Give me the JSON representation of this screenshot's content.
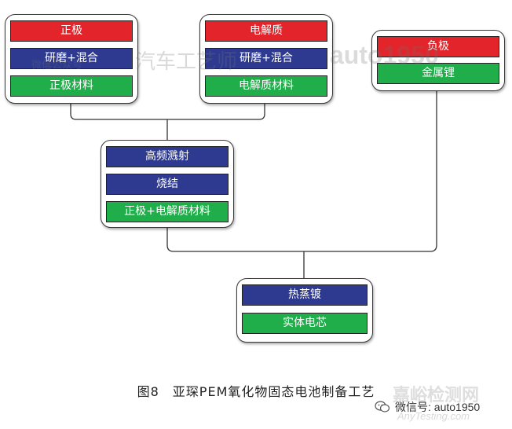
{
  "diagram": {
    "groups": {
      "positive": {
        "steps": [
          {
            "label": "正极",
            "color": "red"
          },
          {
            "label": "研磨+混合",
            "color": "blue"
          },
          {
            "label": "正极材料",
            "color": "green"
          }
        ]
      },
      "electrolyte": {
        "steps": [
          {
            "label": "电解质",
            "color": "red"
          },
          {
            "label": "研磨+混合",
            "color": "blue"
          },
          {
            "label": "电解质材料",
            "color": "green"
          }
        ]
      },
      "negative": {
        "steps": [
          {
            "label": "负极",
            "color": "red"
          },
          {
            "label": "金属锂",
            "color": "green"
          }
        ]
      },
      "sputter": {
        "steps": [
          {
            "label": "高频溅射",
            "color": "blue"
          },
          {
            "label": "烧结",
            "color": "blue"
          },
          {
            "label": "正极+电解质材料",
            "color": "green"
          }
        ]
      },
      "final": {
        "steps": [
          {
            "label": "热蒸镀",
            "color": "blue"
          },
          {
            "label": "实体电芯",
            "color": "green"
          }
        ]
      }
    },
    "colors": {
      "red": "#e3242b",
      "blue": "#2e3a8f",
      "green": "#1fae4a"
    }
  },
  "caption": "图8　亚琛PEM氧化物固态电池制备工艺",
  "watermarks": {
    "wechat_id_left": "微信公众号",
    "title_wm": "汽车工艺师",
    "auto_wm": "auto1950",
    "brand_wm": "嘉峪检测网",
    "url_wm": "AnyTesting.com",
    "wechat_account": "微信号: auto1950"
  }
}
